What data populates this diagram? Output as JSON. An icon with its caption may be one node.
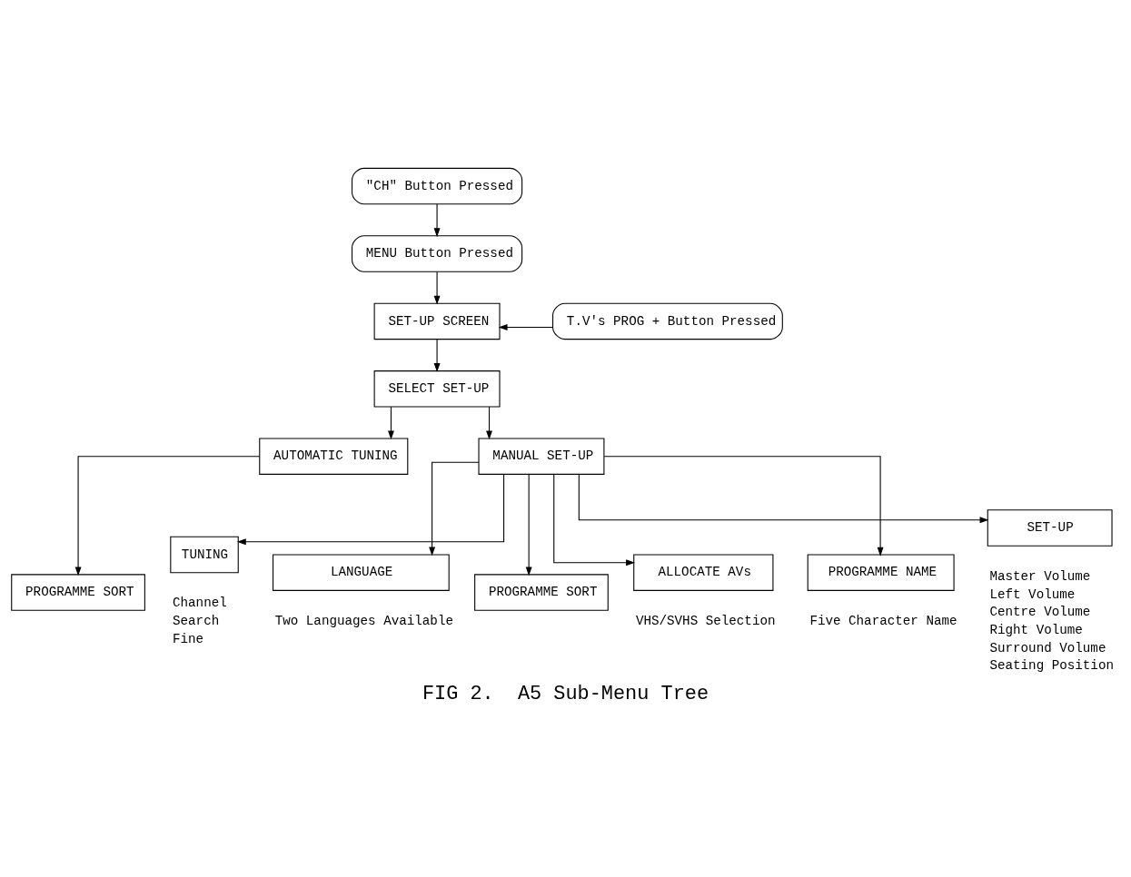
{
  "diagram": {
    "caption": "FIG 2.  A5 Sub-Menu Tree",
    "nodes": [
      {
        "text": [
          "\"CH\" Button Pressed"
        ]
      },
      {
        "text": [
          "MENU Button Pressed"
        ]
      },
      {
        "text": [
          "SET-UP SCREEN"
        ]
      },
      {
        "text": [
          "T.V's PROG + Button Pressed"
        ]
      },
      {
        "text": [
          "SELECT SET-UP"
        ]
      },
      {
        "text": [
          "AUTOMATIC TUNING"
        ]
      },
      {
        "text": [
          "MANUAL SET-UP"
        ]
      },
      {
        "text": [
          "PROGRAMME SORT"
        ]
      },
      {
        "text": [
          "TUNING"
        ],
        "beside": [
          "Channel",
          "Search",
          "Fine"
        ]
      },
      {
        "text": [
          "LANGUAGE"
        ],
        "beside": [
          "Two Languages Available"
        ]
      },
      {
        "text": [
          "PROGRAMME SORT"
        ]
      },
      {
        "text": [
          "ALLOCATE AVs"
        ],
        "beside": [
          "VHS/SVHS Selection"
        ]
      },
      {
        "text": [
          "PROGRAMME NAME"
        ],
        "beside": [
          "Five Character Name"
        ]
      },
      {
        "text": [
          "SET-UP"
        ],
        "beside": [
          "Master Volume",
          "Left Volume",
          "Centre Volume",
          "Right Volume",
          "Surround Volume",
          "Seating Position"
        ]
      }
    ],
    "edges": [
      {
        "from": 0,
        "to": 1,
        "arrow": "to"
      },
      {
        "from": 1,
        "to": 2,
        "arrow": "to"
      },
      {
        "from": 3,
        "to": 2,
        "arrow": "to"
      },
      {
        "from": 2,
        "to": 4,
        "arrow": "to"
      },
      {
        "from": 4,
        "to": 5,
        "arrow": "to"
      },
      {
        "from": 4,
        "to": 6,
        "arrow": "to"
      },
      {
        "from": 5,
        "to": 7,
        "arrow": "to"
      },
      {
        "from": 6,
        "to": 8,
        "arrow": "to"
      },
      {
        "from": 6,
        "to": 9,
        "arrow": "to"
      },
      {
        "from": 6,
        "to": 10,
        "arrow": "to"
      },
      {
        "from": 6,
        "to": 11,
        "arrow": "to"
      },
      {
        "from": 6,
        "to": 12,
        "arrow": "to"
      },
      {
        "from": 6,
        "to": 13,
        "arrow": "to"
      }
    ]
  }
}
